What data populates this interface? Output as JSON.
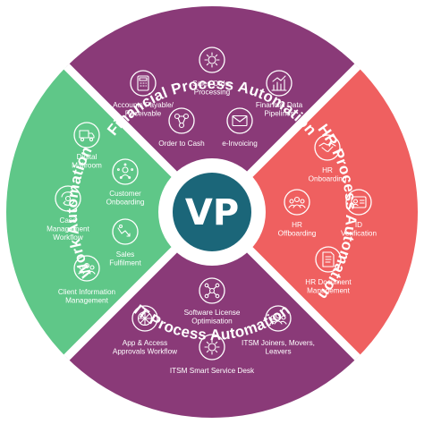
{
  "colors": {
    "financial": "#8a3a78",
    "hr": "#ef6060",
    "it": "#8a3a78",
    "work": "#5fc788",
    "center": "#1b6679",
    "gap": "#ffffff"
  },
  "center": {
    "logo_text": "VP"
  },
  "segments": {
    "financial": {
      "title": "Financial Process Automation",
      "items": [
        {
          "label_lines": [
            "Sales Order",
            "Processing"
          ],
          "icon": "gear-icon"
        },
        {
          "label_lines": [
            "Accounts Payable/",
            "Receivable"
          ],
          "icon": "calculator-icon"
        },
        {
          "label_lines": [
            "Financial Data",
            "Pipelines"
          ],
          "icon": "chart-icon"
        },
        {
          "label_lines": [
            "Order to Cash"
          ],
          "icon": "workflow-icon"
        },
        {
          "label_lines": [
            "e-Invoicing"
          ],
          "icon": "envelope-icon"
        }
      ]
    },
    "hr": {
      "title": "HR Process Automation",
      "items": [
        {
          "label_lines": [
            "HR",
            "Onboarding"
          ],
          "icon": "handshake-icon"
        },
        {
          "label_lines": [
            "HR",
            "Offboarding"
          ],
          "icon": "people-icon"
        },
        {
          "label_lines": [
            "ID",
            "Verification"
          ],
          "icon": "id-card-icon"
        },
        {
          "label_lines": [
            "HR Document",
            "Management"
          ],
          "icon": "document-icon"
        }
      ]
    },
    "it": {
      "title": "IT Process Automation",
      "items": [
        {
          "label_lines": [
            "Software License",
            "Optimisation"
          ],
          "icon": "network-icon"
        },
        {
          "label_lines": [
            "App & Access",
            "Approvals Workflow"
          ],
          "icon": "grid-icon"
        },
        {
          "label_lines": [
            "ITSM Joiners, Movers,",
            "Leavers"
          ],
          "icon": "team-icon"
        },
        {
          "label_lines": [
            "ITSM Smart Service Desk"
          ],
          "icon": "cog-desk-icon"
        }
      ]
    },
    "work": {
      "title": "Work Automation",
      "items": [
        {
          "label_lines": [
            "Digital",
            "Mailroom"
          ],
          "icon": "mail-truck-icon"
        },
        {
          "label_lines": [
            "Customer",
            "Onboarding"
          ],
          "icon": "customer-icon"
        },
        {
          "label_lines": [
            "Case",
            "Management",
            "Workflow"
          ],
          "icon": "case-gear-icon"
        },
        {
          "label_lines": [
            "Sales",
            "Fulfilment"
          ],
          "icon": "sales-icon"
        },
        {
          "label_lines": [
            "Client Information",
            "Management"
          ],
          "icon": "clients-icon"
        }
      ]
    }
  }
}
